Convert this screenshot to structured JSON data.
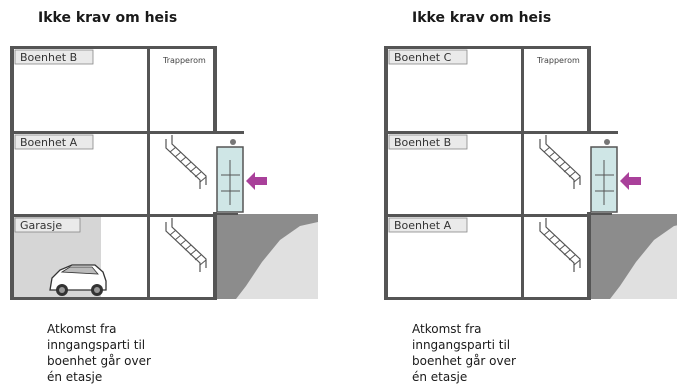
{
  "left_panel": {
    "title": "Ikke krav om heis",
    "labels": {
      "top": "Boenhet B",
      "middle": "Boenhet A",
      "bottom": "Garasje",
      "stair": "Trapperom"
    },
    "caption": [
      "Atkomst fra",
      "inngangsparti til",
      "boenhet går over",
      "én etasje"
    ]
  },
  "right_panel": {
    "title": "Ikke krav om heis",
    "labels": {
      "top": "Boenhet C",
      "middle": "Boenhet B",
      "bottom": "Boenhet A",
      "stair": "Trapperom"
    },
    "caption": [
      "Atkomst fra",
      "inngangsparti til",
      "boenhet går over",
      "én etasje"
    ]
  },
  "colors": {
    "walls": "#555555",
    "ground": "#8c8c8c",
    "slope": "#e0e0e0",
    "garage": "#d6d6d6",
    "door": "#cfe6e6",
    "arrow": "#a9409a",
    "label_bg": "#eaeaea"
  }
}
